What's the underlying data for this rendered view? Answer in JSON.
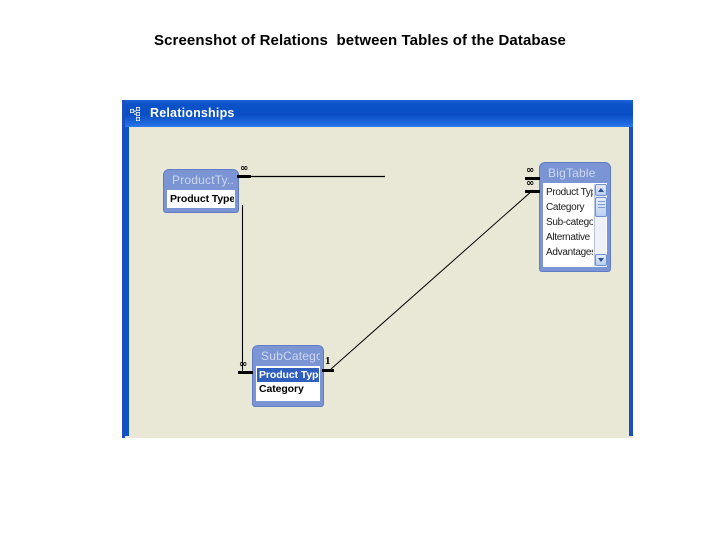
{
  "slide": {
    "title": "Screenshot of Relations  between Tables of the Database"
  },
  "window": {
    "title": "Relationships",
    "icon": "relationships-icon",
    "canvas_color": "#e9e7d6",
    "titlebar_color": "#0a52c6"
  },
  "tables": [
    {
      "id": "producttype",
      "title": "ProductTy...",
      "fields": [
        {
          "label": "Product Type",
          "selected": false
        }
      ]
    },
    {
      "id": "subcategory",
      "title": "SubCatego...",
      "fields": [
        {
          "label": "Product Type",
          "selected": true
        },
        {
          "label": "Category",
          "selected": false
        }
      ]
    },
    {
      "id": "bigtable",
      "title": "BigTable",
      "fields": [
        {
          "label": "Product Type",
          "selected": false
        },
        {
          "label": "Category",
          "selected": false
        },
        {
          "label": "Sub-category",
          "selected": false
        },
        {
          "label": "Alternative P",
          "selected": false
        },
        {
          "label": "Advantages",
          "selected": false
        }
      ],
      "scrollbar": {
        "up_arrow": "scroll-up-arrow",
        "down_arrow": "scroll-down-arrow"
      }
    }
  ],
  "relationships": [
    {
      "id": "producttype-bigtable",
      "from_table": "producttype",
      "from_cardinality": "∞",
      "to_table": "bigtable",
      "to_cardinality": "∞"
    },
    {
      "id": "producttype-subcategory",
      "from_table": "producttype",
      "from_cardinality": "",
      "to_table": "subcategory",
      "to_cardinality": "∞"
    },
    {
      "id": "subcategory-bigtable",
      "from_table": "subcategory",
      "from_cardinality": "1",
      "to_table": "bigtable",
      "to_cardinality": "∞"
    }
  ],
  "markers": {
    "producttype_right_infinity": "∞",
    "bigtable_left_infinity_top": "∞",
    "bigtable_left_infinity_bottom": "∞",
    "subcategory_left_infinity": "∞",
    "subcategory_right_one": "1"
  }
}
